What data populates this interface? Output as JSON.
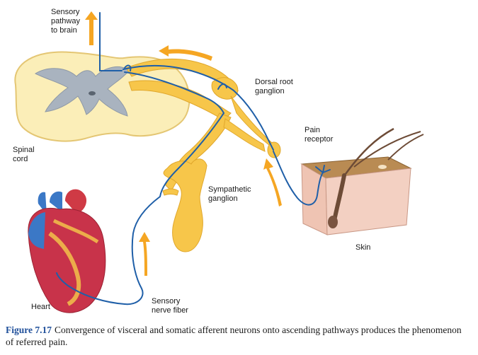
{
  "labels": {
    "sensory_pathway": [
      "Sensory",
      "pathway",
      "to brain"
    ],
    "dorsal_root": [
      "Dorsal root",
      "ganglion"
    ],
    "spinal_cord": [
      "Spinal",
      "cord"
    ],
    "pain_receptor": [
      "Pain",
      "receptor"
    ],
    "sympathetic": [
      "Sympathetic",
      "ganglion"
    ],
    "skin": "Skin",
    "heart": "Heart",
    "sensory_nerve": [
      "Sensory",
      "nerve fiber"
    ]
  },
  "caption": {
    "figure_number": "Figure 7.17",
    "text": "Convergence of visceral and somatic afferent neurons onto ascending pathways produces the phenomenon of referred pain."
  },
  "colors": {
    "arrow": "#f5a623",
    "nerve": "#1f5fa8",
    "cord_white": "#fbeeb8",
    "cord_gray": "#a9b3bf",
    "root": "#f7c64a",
    "skin": "#efc4b3",
    "heart": "#c8334a"
  }
}
